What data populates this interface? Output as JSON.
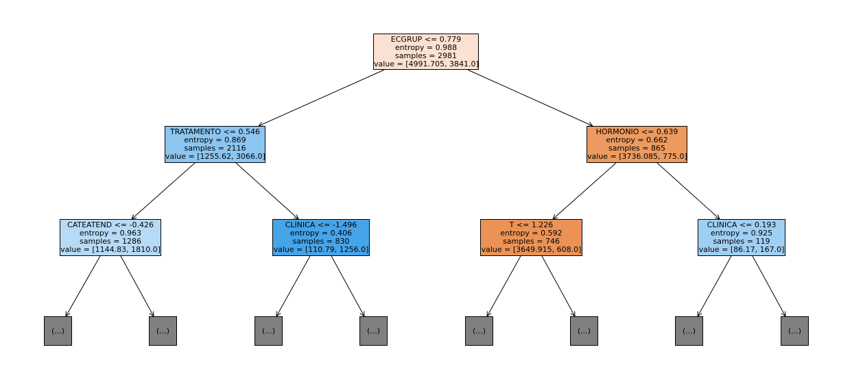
{
  "colors": {
    "orange_light": "#fbe1d1",
    "orange": "#ed9a60",
    "orange2": "#eb9356",
    "blue": "#8cc5f0",
    "blue_light": "#b7dbf6",
    "blue_strong": "#46a4e9",
    "blue_mid": "#9fcff3",
    "leaf": "#808080"
  },
  "nodes": {
    "root": {
      "split": "ECGRUP <= 0.779",
      "entropy": "entropy = 0.988",
      "samples": "samples = 2981",
      "value": "value = [4991.705, 3841.0]"
    },
    "left": {
      "split": "TRATAMENTO <= 0.546",
      "entropy": "entropy = 0.869",
      "samples": "samples = 2116",
      "value": "value = [1255.62, 3066.0]"
    },
    "right": {
      "split": "HORMONIO <= 0.639",
      "entropy": "entropy = 0.662",
      "samples": "samples = 865",
      "value": "value = [3736.085, 775.0]"
    },
    "ll": {
      "split": "CATEATEND <= -0.426",
      "entropy": "entropy = 0.963",
      "samples": "samples = 1286",
      "value": "value = [1144.83, 1810.0]"
    },
    "lr": {
      "split": "CLINICA <= -1.496",
      "entropy": "entropy = 0.406",
      "samples": "samples = 830",
      "value": "value = [110.79, 1256.0]"
    },
    "rl": {
      "split": "T <= 1.226",
      "entropy": "entropy = 0.592",
      "samples": "samples = 746",
      "value": "value = [3649.915, 608.0]"
    },
    "rr": {
      "split": "CLINICA <= 0.193",
      "entropy": "entropy = 0.925",
      "samples": "samples = 119",
      "value": "value = [86.17, 167.0]"
    }
  },
  "leaf_label": "(...)"
}
